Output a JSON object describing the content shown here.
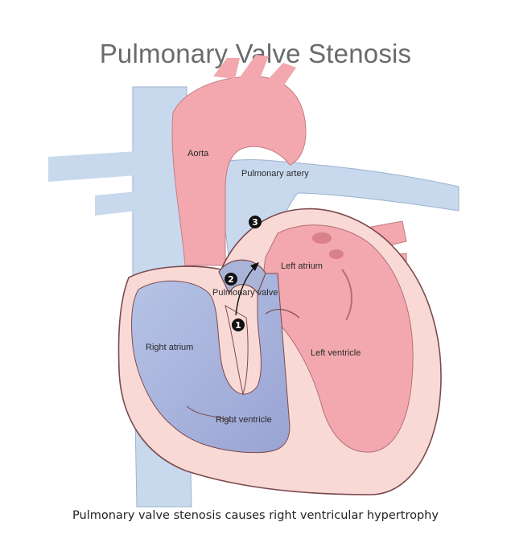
{
  "title": "Pulmonary Valve Stenosis",
  "caption": "Pulmonary valve stenosis causes right ventricular hypertrophy",
  "labels": {
    "aorta": "Aorta",
    "pulmonary_artery": "Pulmonary artery",
    "left_atrium": "Left atrium",
    "pulmonary_valve": "Pulmonary valve",
    "right_atrium": "Right atrium",
    "left_ventricle": "Left ventricle",
    "right_ventricle": "Right ventricle"
  },
  "markers": [
    "1",
    "2",
    "3"
  ],
  "colors": {
    "vein_blue": "#c7d9ee",
    "deoxygenated_chamber": "#a9b4d8",
    "artery_pink": "#f2a8ae",
    "muscle_pink": "#f9d9d6",
    "outline": "#7a4a4e",
    "marker": "#111111"
  }
}
